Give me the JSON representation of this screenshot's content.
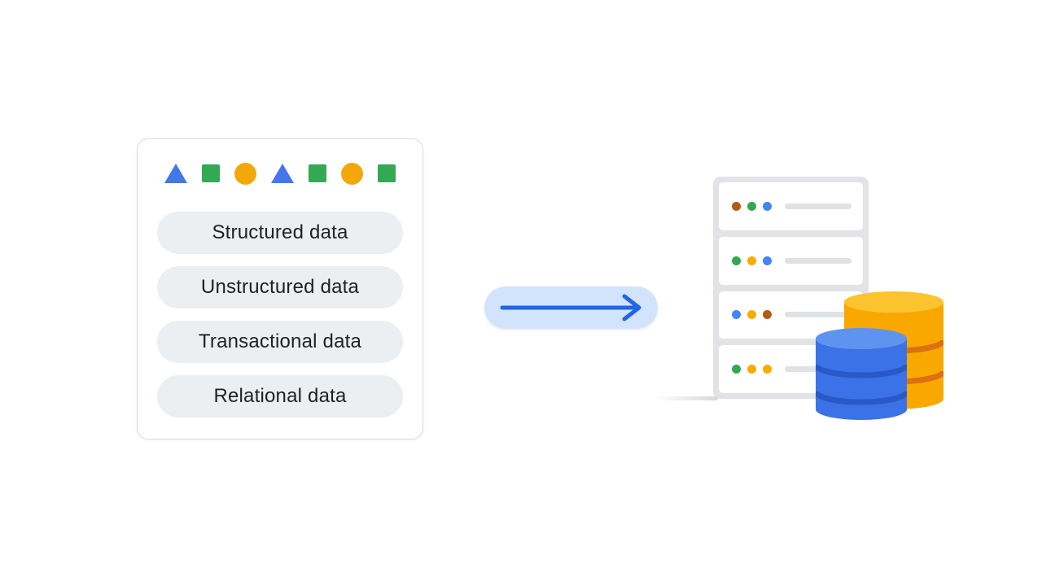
{
  "scene": {
    "background": "#FFFFFF"
  },
  "card": {
    "background": "#FFFFFF",
    "border_color": "#DADCE0",
    "pill_background": "#ECEFF1",
    "text_color": "#202124",
    "shapes": [
      {
        "type": "triangle",
        "color": "#4377EB"
      },
      {
        "type": "square",
        "color": "#34A853"
      },
      {
        "type": "circle",
        "color": "#F2A80B"
      },
      {
        "type": "triangle",
        "color": "#4377EB"
      },
      {
        "type": "square",
        "color": "#34A853"
      },
      {
        "type": "circle",
        "color": "#F2A80B"
      },
      {
        "type": "square",
        "color": "#34A853"
      }
    ],
    "labels": [
      "Structured data",
      "Unstructured data",
      "Transactional data",
      "Relational data"
    ]
  },
  "arrow": {
    "icon": "right-arrow",
    "pill_color": "#D2E3FC",
    "color": "#2166E4"
  },
  "server_rack": {
    "frame_color": "#E1E3E6",
    "slot_background": "#FFFFFF",
    "line_color": "#E0E3E6",
    "rows": [
      {
        "dots": [
          "#B05C12",
          "#34A853",
          "#4285F4"
        ]
      },
      {
        "dots": [
          "#34A853",
          "#F9AB00",
          "#4285F4"
        ]
      },
      {
        "dots": [
          "#4285F4",
          "#F9AB00",
          "#B05C12"
        ]
      },
      {
        "dots": [
          "#34A853",
          "#F9AB00",
          "#F9AB00"
        ]
      }
    ]
  },
  "databases": {
    "yellow": {
      "body": "#F9A800",
      "top": "#FBC42F",
      "band": "#DB7110"
    },
    "blue": {
      "body": "#3C72E8",
      "top": "#5F93F0",
      "band": "#2959C7"
    }
  }
}
